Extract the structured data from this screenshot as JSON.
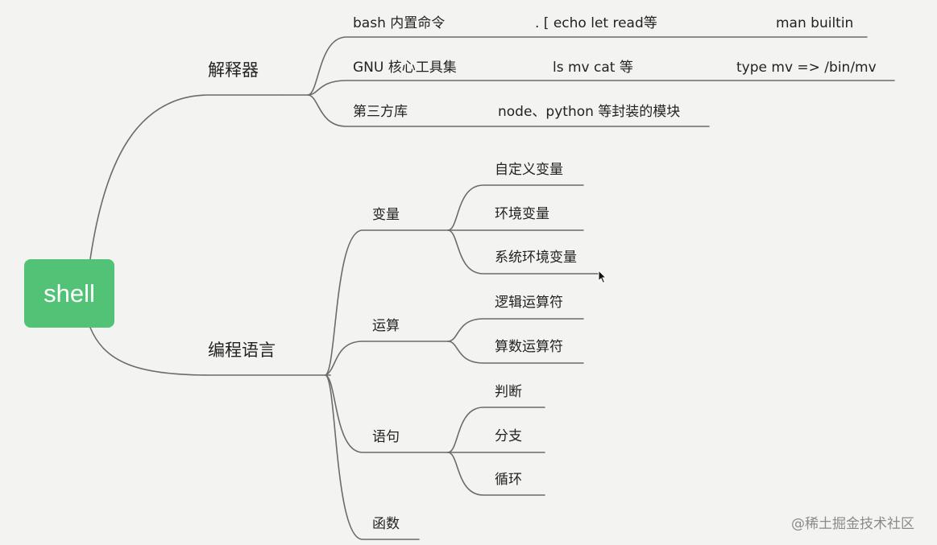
{
  "root": {
    "label": "shell"
  },
  "branches": {
    "interpreter": {
      "label": "解释器",
      "items": [
        {
          "label": "bash 内置命令",
          "mid": ".   [   echo   let   read等",
          "right": "man builtin"
        },
        {
          "label": "GNU 核心工具集",
          "mid": "ls    mv   cat 等",
          "right": "type mv =>  /bin/mv"
        },
        {
          "label": "第三方库",
          "mid": "node、python 等封装的模块",
          "right": ""
        }
      ]
    },
    "programming": {
      "label": "编程语言",
      "groups": [
        {
          "label": "变量",
          "children": [
            "自定义变量",
            "环境变量",
            "系统环境变量"
          ]
        },
        {
          "label": "运算",
          "children": [
            "逻辑运算符",
            "算数运算符"
          ]
        },
        {
          "label": "语句",
          "children": [
            "判断",
            "分支",
            "循环"
          ]
        },
        {
          "label": "函数",
          "children": []
        }
      ]
    }
  },
  "watermark": "@稀土掘金技术社区",
  "colors": {
    "root": "#52c277",
    "line": "#6b6b6b",
    "background": "#f3f3f1"
  }
}
